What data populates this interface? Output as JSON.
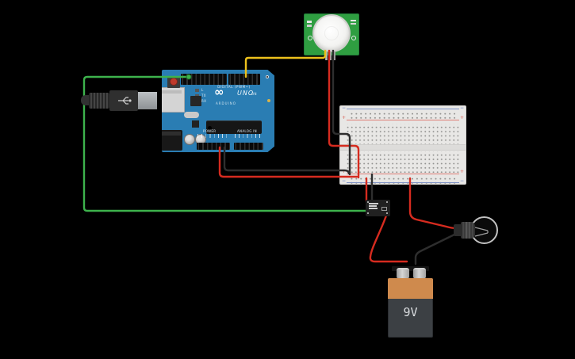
{
  "colors": {
    "background": "#000000",
    "wire_green": "#3db24c",
    "wire_yellow": "#ecc11c",
    "wire_red": "#d62b1f",
    "wire_black": "#2e2e2e",
    "arduino_board": "#2a7db3",
    "pir_board": "#2f9e41",
    "breadboard": "#e8e7e5",
    "rail_red": "#de7e76",
    "rail_blue": "#7b8fc4",
    "battery_orange": "#cf8a4d",
    "battery_body": "#3c4044"
  },
  "arduino": {
    "logo_symbol": "∞",
    "brand": "UNO",
    "brand_sub": "ARDUINO",
    "label_digital": "DIGITAL (PWM~)",
    "label_power": "POWER",
    "label_analog": "ANALOG IN",
    "led_l": "L",
    "led_tx": "TX",
    "led_rx": "RX",
    "label_on": "ON"
  },
  "breadboard": {
    "plus": "+",
    "minus": "−"
  },
  "battery": {
    "label": "9V"
  }
}
